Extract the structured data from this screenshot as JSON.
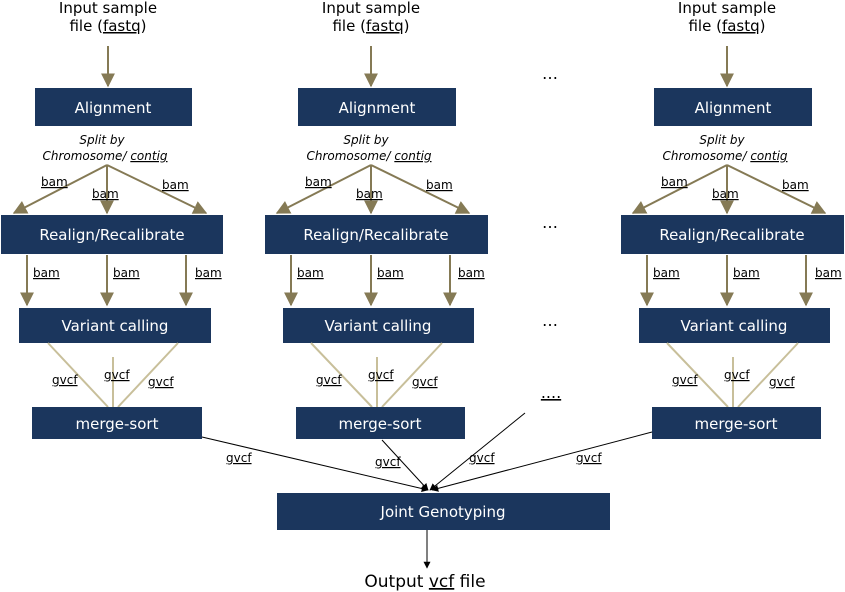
{
  "input": {
    "line1": "Input sample",
    "line2_prefix": "file (",
    "line2_word": "fastq",
    "line2_suffix": ")"
  },
  "boxes": {
    "alignment": "Alignment",
    "realign": "Realign/Recalibrate",
    "variant": "Variant calling",
    "merge": "merge-sort",
    "joint": "Joint Genotyping"
  },
  "split": {
    "line1": "Split by",
    "line2_prefix": "Chromosome/ ",
    "line2_word": "contig"
  },
  "labels": {
    "bam": "bam",
    "gvcf": "gvcf"
  },
  "ellipsis": {
    "short": "…",
    "long": "….",
    "dots4": "...."
  },
  "output": {
    "prefix": "Output ",
    "word": "vcf",
    "suffix": " file"
  },
  "colors": {
    "box": "#1b365d",
    "olive_arrow": "#857a55",
    "tan_line": "#c8bf9a",
    "black_line": "#000000"
  }
}
